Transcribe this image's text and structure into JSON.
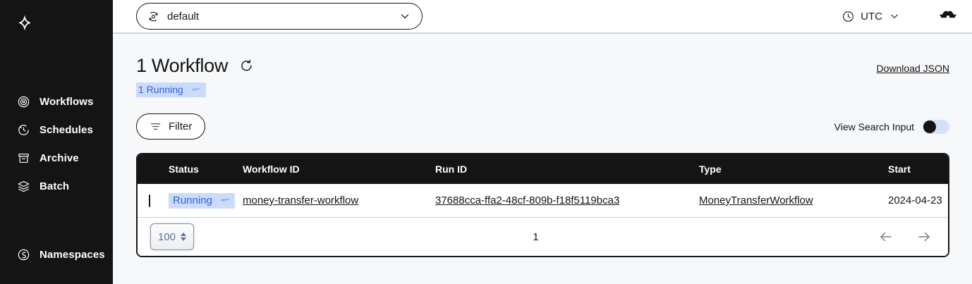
{
  "sidebar": {
    "logo_icon": "temporal-logo-icon",
    "items": [
      {
        "label": "Workflows",
        "icon": "workflows-icon"
      },
      {
        "label": "Schedules",
        "icon": "schedules-icon"
      },
      {
        "label": "Archive",
        "icon": "archive-icon"
      },
      {
        "label": "Batch",
        "icon": "batch-icon"
      },
      {
        "label": "Namespaces",
        "icon": "namespaces-icon"
      }
    ]
  },
  "topbar": {
    "namespace": {
      "icon": "namespace-icon",
      "value": "default",
      "chevron": "chevron-down-icon"
    },
    "timezone": {
      "icon": "clock-icon",
      "label": "UTC",
      "chevron": "chevron-down-icon"
    },
    "glasses_icon": "sunglasses-icon"
  },
  "header": {
    "title": "1 Workflow",
    "refresh_icon": "refresh-icon",
    "download_json_label": "Download JSON",
    "status_badge": {
      "label": "1 Running",
      "glyph": "running-indicator-icon",
      "bg": "#cbdcfb",
      "fg": "#2f5ee0"
    }
  },
  "toolbar": {
    "filter_label": "Filter",
    "filter_icon": "filter-icon",
    "view_search_input_label": "View Search Input",
    "view_search_input_on": false
  },
  "table": {
    "columns": [
      {
        "key": "check",
        "label": ""
      },
      {
        "key": "status",
        "label": "Status"
      },
      {
        "key": "wfid",
        "label": "Workflow ID"
      },
      {
        "key": "runid",
        "label": "Run ID"
      },
      {
        "key": "type",
        "label": "Type"
      },
      {
        "key": "start",
        "label": "Start"
      }
    ],
    "rows": [
      {
        "status": "Running",
        "workflow_id": "money-transfer-workflow",
        "run_id": "37688cca-ffa2-48cf-809b-f18f5119bca3",
        "type": "MoneyTransferWorkflow",
        "start": "2024-04-23 "
      }
    ]
  },
  "pagination": {
    "page_size": "100",
    "page_number": "1",
    "prev_icon": "arrow-left-icon",
    "next_icon": "arrow-right-icon"
  }
}
